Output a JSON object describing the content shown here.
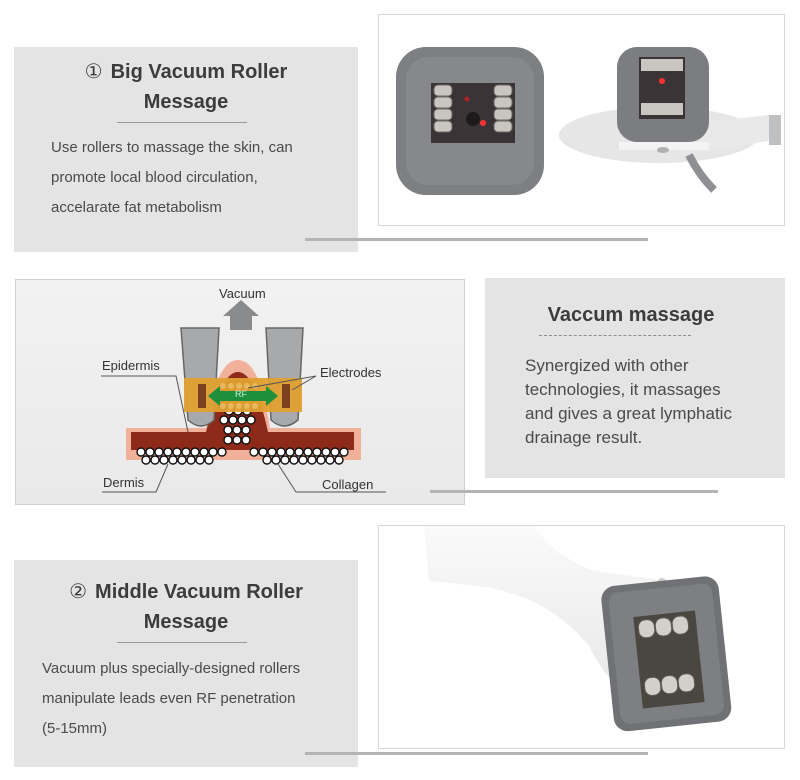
{
  "sections": [
    {
      "number": "①",
      "title_line1": "Big Vacuum Roller",
      "title_line2": "Message",
      "body_lines": [
        "Use rollers to massage the skin, can",
        "promote local blood circulation,",
        "accelarate fat metabolism"
      ],
      "image": "big-roller-handpiece-photo"
    },
    {
      "title": "Vaccum massage",
      "body_lines": [
        "Synergized with other",
        "technologies, it massages",
        "and gives a great lymphatic",
        "drainage result."
      ],
      "diagram": {
        "labels": {
          "vacuum": "Vacuum",
          "epidermis": "Epidermis",
          "electrodes": "Electrodes",
          "rf": "RF",
          "dermis": "Dermis",
          "collagen": "Collagen"
        }
      }
    },
    {
      "number": "②",
      "title_line1": "Middle Vacuum Roller",
      "title_line2": "Message",
      "body_lines": [
        "Vacuum plus specially-designed rollers",
        "manipulate leads even RF penetration",
        "(5-15mm)"
      ],
      "image": "middle-roller-handpiece-photo"
    }
  ],
  "colors": {
    "panel_gray": "#e4e4e4",
    "text_dark": "#3c3c3c",
    "device_gray": "#7a7c80",
    "rf_green": "#1e8f3c",
    "skin_red": "#8e2a1a",
    "skin_pink": "#f0b09a",
    "electrode_orange": "#e0a030"
  }
}
